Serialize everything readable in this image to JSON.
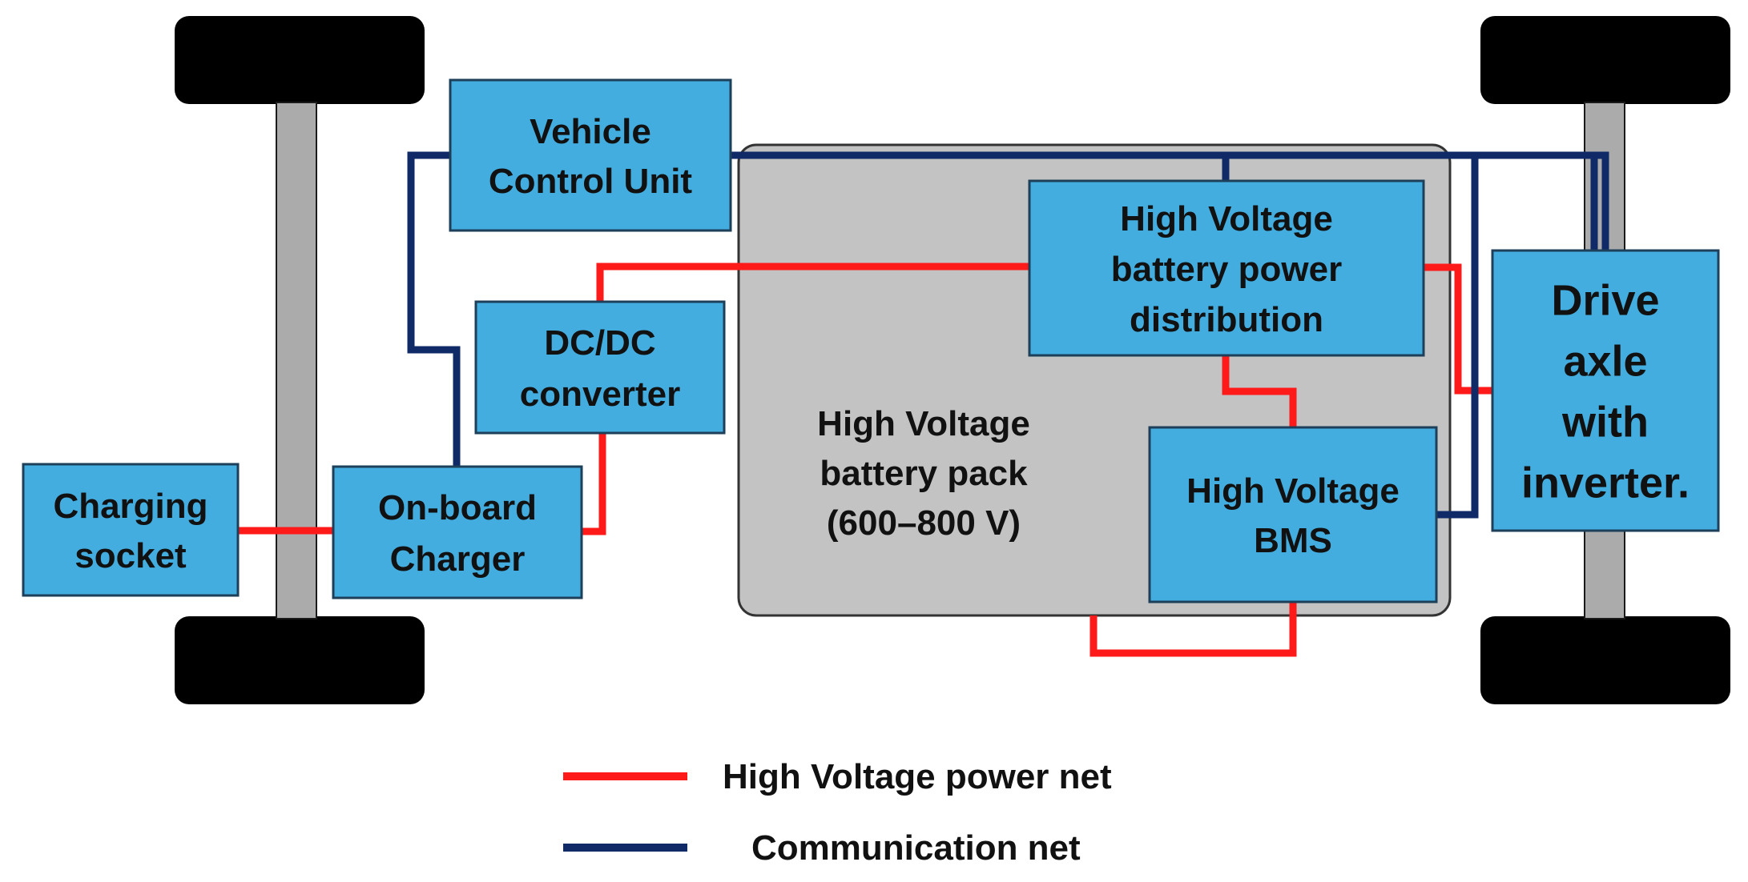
{
  "colors": {
    "box_fill": "#44ADDF",
    "box_stroke": "#1E3F5A",
    "pack_fill": "#C3C3C3",
    "axle_fill": "#ABABAB",
    "wheel_fill": "#000000",
    "power_line": "#FF1A1A",
    "comm_line": "#0F2A66"
  },
  "diagram": {
    "wheels": [
      {
        "name": "wheel-front-left-top"
      },
      {
        "name": "wheel-front-left-bottom"
      },
      {
        "name": "wheel-rear-right-top"
      },
      {
        "name": "wheel-rear-right-bottom"
      }
    ],
    "axles": [
      {
        "name": "axle-left"
      },
      {
        "name": "axle-right"
      }
    ],
    "battery_pack": {
      "name": "battery-pack",
      "label_lines": [
        "High Voltage",
        "battery pack",
        "(600–800 V)"
      ]
    },
    "components": [
      {
        "id": "vcu",
        "label_lines": [
          "Vehicle",
          "Control Unit"
        ]
      },
      {
        "id": "hv-distribution",
        "label_lines": [
          "High Voltage",
          "battery power",
          "distribution"
        ]
      },
      {
        "id": "dcdc",
        "label_lines": [
          "DC/DC",
          "converter"
        ]
      },
      {
        "id": "charging-socket",
        "label_lines": [
          "Charging",
          "socket"
        ]
      },
      {
        "id": "on-board-charger",
        "label_lines": [
          "On-board",
          "Charger"
        ]
      },
      {
        "id": "hv-bms",
        "label_lines": [
          "High Voltage",
          "BMS"
        ]
      },
      {
        "id": "drive-axle",
        "label_lines": [
          "Drive",
          "axle",
          "with",
          "inverter."
        ]
      }
    ],
    "connections": {
      "power": [
        {
          "name": "power-socket-to-charger"
        },
        {
          "name": "power-charger-to-dcdc"
        },
        {
          "name": "power-dcdc-to-distribution"
        },
        {
          "name": "power-distribution-to-bms"
        },
        {
          "name": "power-distribution-to-drive-axle"
        },
        {
          "name": "power-bms-loop"
        }
      ],
      "communication": [
        {
          "name": "comm-vcu-to-charger"
        },
        {
          "name": "comm-vcu-bus"
        },
        {
          "name": "comm-bus-to-distribution"
        },
        {
          "name": "comm-bus-to-drive-axle"
        },
        {
          "name": "comm-bus-to-bms"
        }
      ]
    }
  },
  "legend": {
    "items": [
      {
        "kind": "power",
        "label": "High Voltage power net"
      },
      {
        "kind": "communication",
        "label": "Communication net"
      }
    ]
  }
}
